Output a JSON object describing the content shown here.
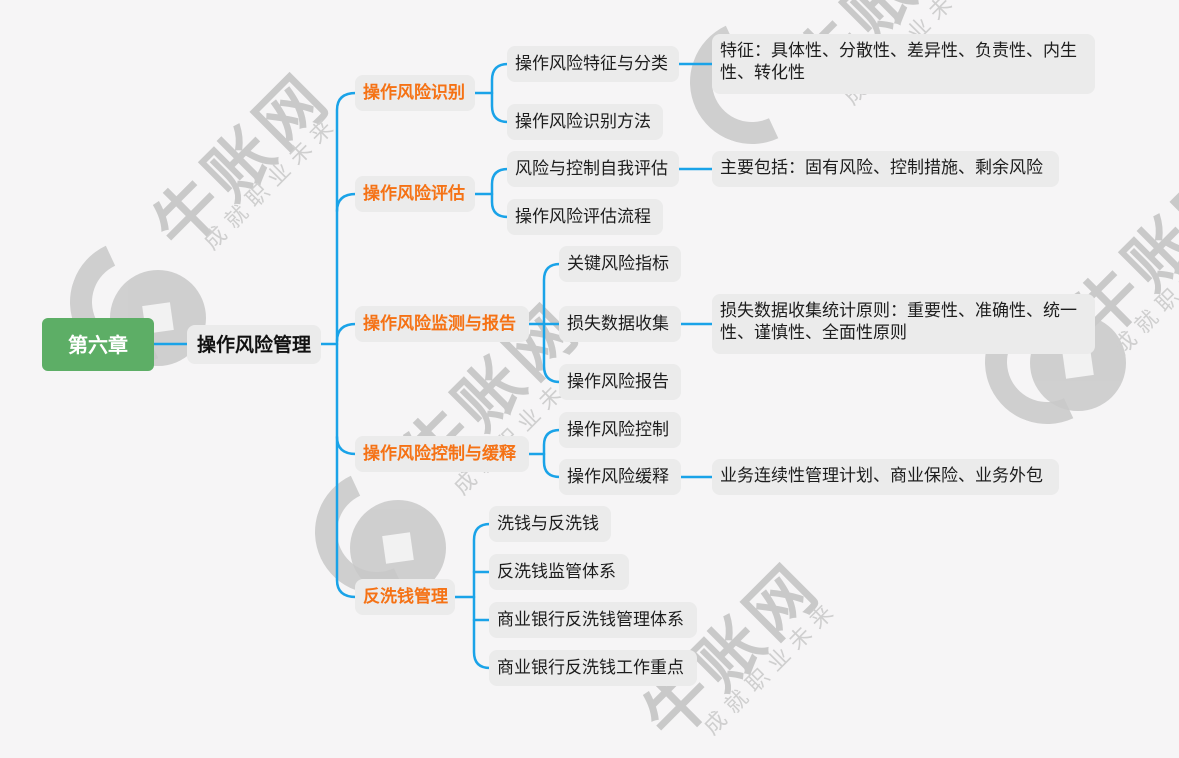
{
  "root": {
    "label": "第六章",
    "color": "#5dae66"
  },
  "main": {
    "label": "操作风险管理"
  },
  "colors": {
    "link": "#1aa3e8",
    "topic_text": "#f57215",
    "node_bg": "#ebebeb",
    "background": "#f6f5f6"
  },
  "watermark": {
    "brand": "牛账网",
    "slogan": "成就职业未来"
  },
  "topics": [
    {
      "label": "操作风险识别",
      "children": [
        {
          "label": "操作风险特征与分类",
          "detail": "特征：具体性、分散性、差异性、负责性、内生性、转化性"
        },
        {
          "label": "操作风险识别方法"
        }
      ]
    },
    {
      "label": "操作风险评估",
      "children": [
        {
          "label": "风险与控制自我评估",
          "detail": "主要包括：固有风险、控制措施、剩余风险"
        },
        {
          "label": "操作风险评估流程"
        }
      ]
    },
    {
      "label": "操作风险监测与报告",
      "children": [
        {
          "label": "关键风险指标"
        },
        {
          "label": "损失数据收集",
          "detail": "损失数据收集统计原则：重要性、准确性、统一性、谨慎性、全面性原则"
        },
        {
          "label": "操作风险报告"
        }
      ]
    },
    {
      "label": "操作风险控制与缓释",
      "children": [
        {
          "label": "操作风险控制"
        },
        {
          "label": "操作风险缓释",
          "detail": "业务连续性管理计划、商业保险、业务外包"
        }
      ]
    },
    {
      "label": "反洗钱管理",
      "children": [
        {
          "label": "洗钱与反洗钱"
        },
        {
          "label": "反洗钱监管体系"
        },
        {
          "label": "商业银行反洗钱管理体系"
        },
        {
          "label": "商业银行反洗钱工作重点"
        }
      ]
    }
  ]
}
